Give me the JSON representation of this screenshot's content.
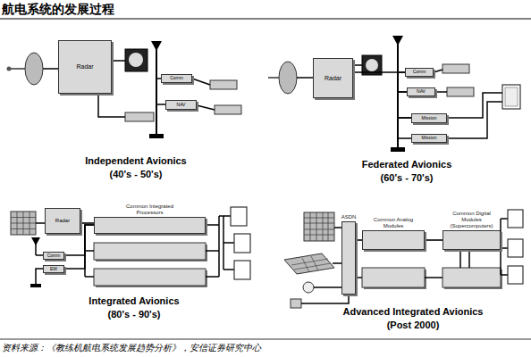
{
  "diagram": {
    "title": "航电系统的发展过程",
    "caption": "资料来源：《教练机航电系统发展趋势分析》，安信证券研究中心",
    "nodes": [
      {
        "text": [
          "Radar"
        ]
      },
      {
        "text": [
          "Comm"
        ]
      },
      {
        "text": [
          "NAV"
        ]
      },
      {
        "text": [
          "Radar"
        ]
      },
      {
        "text": [
          "Comm"
        ]
      },
      {
        "text": [
          "NAV"
        ]
      },
      {
        "text": [
          "Mission"
        ]
      },
      {
        "text": [
          "Mission"
        ]
      },
      {
        "text": [
          "Radar"
        ]
      },
      {
        "text": [
          "Comm"
        ]
      },
      {
        "text": [
          "EW"
        ]
      },
      {
        "text": [
          "Common Integrated Processors"
        ]
      },
      {
        "text": [
          "ASDN"
        ]
      },
      {
        "text": [
          "Common Analog Modules"
        ]
      },
      {
        "text": [
          "Common Digital Modules (Supercomputers)"
        ]
      }
    ],
    "edges": [
      {
        "from": 1,
        "to": 2,
        "arrow": "none"
      },
      {
        "from": 3,
        "to": 4,
        "arrow": "none"
      },
      {
        "from": 4,
        "to": 5,
        "arrow": "none"
      },
      {
        "from": 5,
        "to": 6,
        "arrow": "none"
      },
      {
        "from": 6,
        "to": 7,
        "arrow": "none"
      },
      {
        "from": 8,
        "to": 11,
        "arrow": "none"
      },
      {
        "from": 9,
        "to": 11,
        "arrow": "none"
      },
      {
        "from": 10,
        "to": 11,
        "arrow": "none"
      },
      {
        "from": 12,
        "to": 13,
        "arrow": "none"
      },
      {
        "from": 13,
        "to": 14,
        "arrow": "none"
      }
    ],
    "labels": [
      "Independent Avionics",
      "(40's - 50's)",
      "Federated Avionics",
      "(60's - 70's)",
      "Integrated Avionics",
      "(80's - 90's)",
      "Advanced Integrated Avionics",
      "(Post 2000)"
    ]
  }
}
